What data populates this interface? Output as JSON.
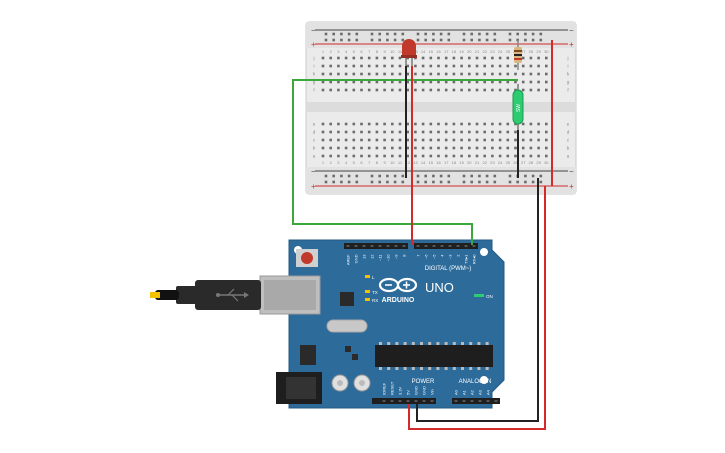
{
  "breadboard": {
    "columns": [
      "1",
      "2",
      "3",
      "4",
      "5",
      "6",
      "7",
      "8",
      "9",
      "10",
      "11",
      "12",
      "13",
      "14",
      "15",
      "16",
      "17",
      "18",
      "19",
      "20",
      "21",
      "22",
      "23",
      "24",
      "25",
      "26",
      "27",
      "28",
      "29",
      "30"
    ],
    "upper_rows": [
      "j",
      "i",
      "h",
      "g",
      "f"
    ],
    "lower_rows": [
      "e",
      "d",
      "c",
      "b",
      "a"
    ],
    "rail_plus": "+",
    "rail_minus": "−"
  },
  "components": {
    "led_color": "#c0392b",
    "tilt_sensor_color": "#2ecc71",
    "tilt_sensor_label": "SW"
  },
  "arduino": {
    "board_color": "#2c6b9a",
    "brand": "ARDUINO",
    "model": "UNO",
    "digital_label": "DIGITAL (PWM~)",
    "power_label": "POWER",
    "analog_label": "ANALOG IN",
    "on_label": "ON",
    "tx_label": "TX",
    "rx_label": "RX",
    "l_label": "L",
    "digital_pins": [
      "AREF",
      "GND",
      "13",
      "12",
      "~11",
      "~10",
      "~9",
      "8",
      "7",
      "~6",
      "~5",
      "4",
      "~3",
      "2",
      "TX▸1",
      "RX◂0"
    ],
    "power_pins": [
      "IOREF",
      "RESET",
      "3.3V",
      "5V",
      "GND",
      "GND",
      "Vin"
    ],
    "analog_pins": [
      "A0",
      "A1",
      "A2",
      "A3",
      "A4",
      "A5"
    ]
  },
  "wires": {
    "red": "#d42a2a",
    "black": "#222222",
    "green": "#3aa83a"
  }
}
